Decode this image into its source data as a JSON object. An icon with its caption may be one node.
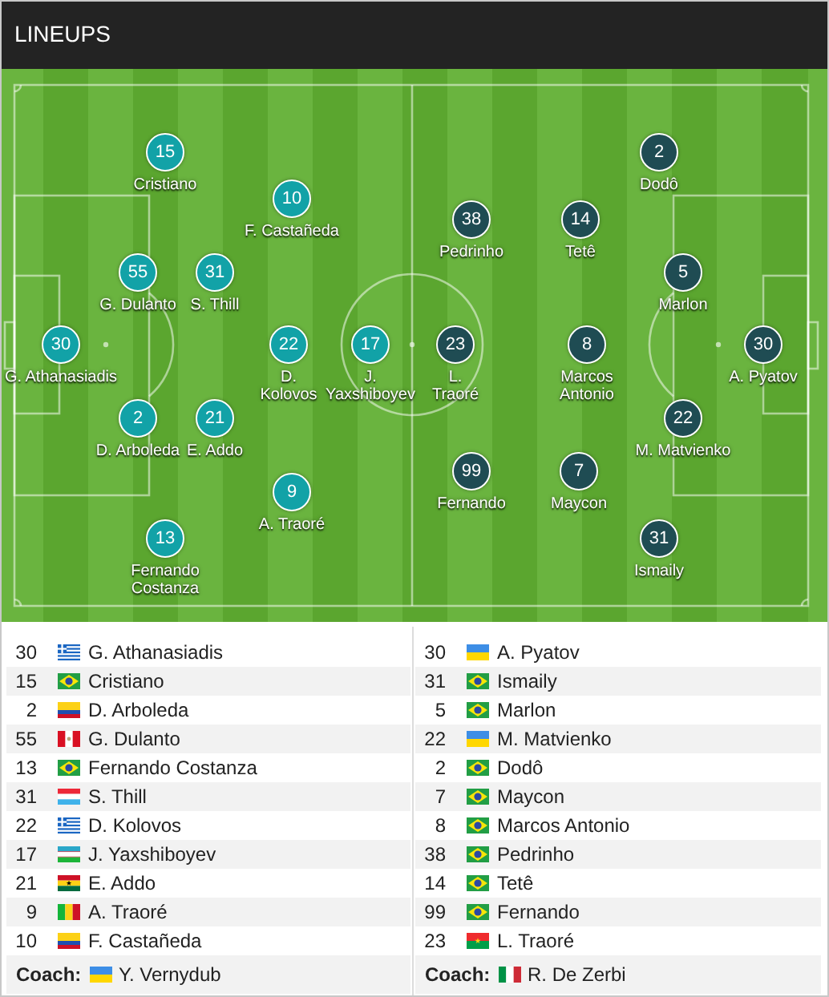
{
  "diagram": {
    "title": "LINEUPS",
    "nodes": [
      {
        "text": [
          "30"
        ],
        "beside": [
          "G. Athanasiadis"
        ]
      },
      {
        "text": [
          "15"
        ],
        "beside": [
          "Cristiano"
        ]
      },
      {
        "text": [
          "2"
        ],
        "beside": [
          "D. Arboleda"
        ]
      },
      {
        "text": [
          "55"
        ],
        "beside": [
          "G. Dulanto"
        ]
      },
      {
        "text": [
          "13"
        ],
        "beside": [
          "Fernando Costanza"
        ]
      },
      {
        "text": [
          "31"
        ],
        "beside": [
          "S. Thill"
        ]
      },
      {
        "text": [
          "22"
        ],
        "beside": [
          "D. Kolovos"
        ]
      },
      {
        "text": [
          "17"
        ],
        "beside": [
          "J. Yaxshiboyev"
        ]
      },
      {
        "text": [
          "21"
        ],
        "beside": [
          "E. Addo"
        ]
      },
      {
        "text": [
          "9"
        ],
        "beside": [
          "A. Traoré"
        ]
      },
      {
        "text": [
          "10"
        ],
        "beside": [
          "F. Castañeda"
        ]
      },
      {
        "text": [
          "30"
        ],
        "beside": [
          "A. Pyatov"
        ]
      },
      {
        "text": [
          "31"
        ],
        "beside": [
          "Ismaily"
        ]
      },
      {
        "text": [
          "5"
        ],
        "beside": [
          "Marlon"
        ]
      },
      {
        "text": [
          "22"
        ],
        "beside": [
          "M. Matvienko"
        ]
      },
      {
        "text": [
          "2"
        ],
        "beside": [
          "Dodô"
        ]
      },
      {
        "text": [
          "7"
        ],
        "beside": [
          "Maycon"
        ]
      },
      {
        "text": [
          "8"
        ],
        "beside": [
          "Marcos Antonio"
        ]
      },
      {
        "text": [
          "38"
        ],
        "beside": [
          "Pedrinho"
        ]
      },
      {
        "text": [
          "14"
        ],
        "beside": [
          "Tetê"
        ]
      },
      {
        "text": [
          "99"
        ],
        "beside": [
          "Fernando"
        ]
      },
      {
        "text": [
          "23"
        ],
        "beside": [
          "L. Traoré"
        ]
      }
    ],
    "labels": [
      "30",
      "G. Athanasiadis",
      "30",
      "A. Pyatov",
      "15",
      "Cristiano",
      "31",
      "Ismaily",
      "2",
      "D. Arboleda",
      "5",
      "Marlon",
      "55",
      "G. Dulanto",
      "22",
      "M. Matvienko",
      "13",
      "Fernando Costanza",
      "2",
      "Dodô",
      "31",
      "S. Thill",
      "7",
      "Maycon",
      "22",
      "D. Kolovos",
      "8",
      "Marcos Antonio",
      "17",
      "J. Yaxshiboyev",
      "38",
      "Pedrinho",
      "21",
      "E. Addo",
      "14",
      "Tetê",
      "9",
      "A. Traoré",
      "99",
      "Fernando",
      "10",
      "F. Castañeda",
      "23",
      "L. Traoré",
      "Coach:",
      "Y. Vernydub",
      "Coach:",
      "R. De Zerbi"
    ]
  }
}
